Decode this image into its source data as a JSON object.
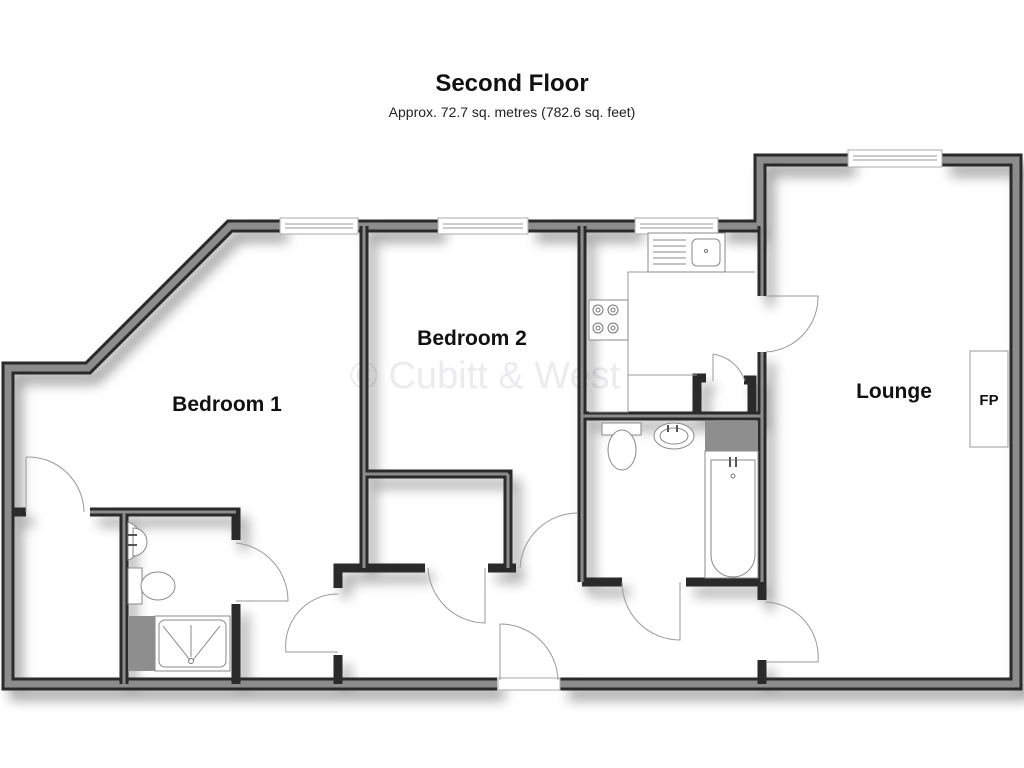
{
  "header": {
    "title": "Second Floor",
    "subtitle": "Approx. 72.7 sq. metres (782.6 sq. feet)"
  },
  "watermark": "© Cubitt & West",
  "rooms": [
    {
      "id": "bedroom-1",
      "label": "Bedroom 1"
    },
    {
      "id": "bedroom-2",
      "label": "Bedroom 2"
    },
    {
      "id": "lounge",
      "label": "Lounge"
    },
    {
      "id": "kitchen",
      "label": ""
    },
    {
      "id": "bathroom",
      "label": ""
    },
    {
      "id": "ensuite",
      "label": ""
    }
  ],
  "fixtures": {
    "fireplace": "FP"
  },
  "colors": {
    "wall_outer": "#2a2a2a",
    "wall_inner": "#8c8c8c",
    "shading": "#9a9a9a",
    "background": "#ffffff"
  }
}
